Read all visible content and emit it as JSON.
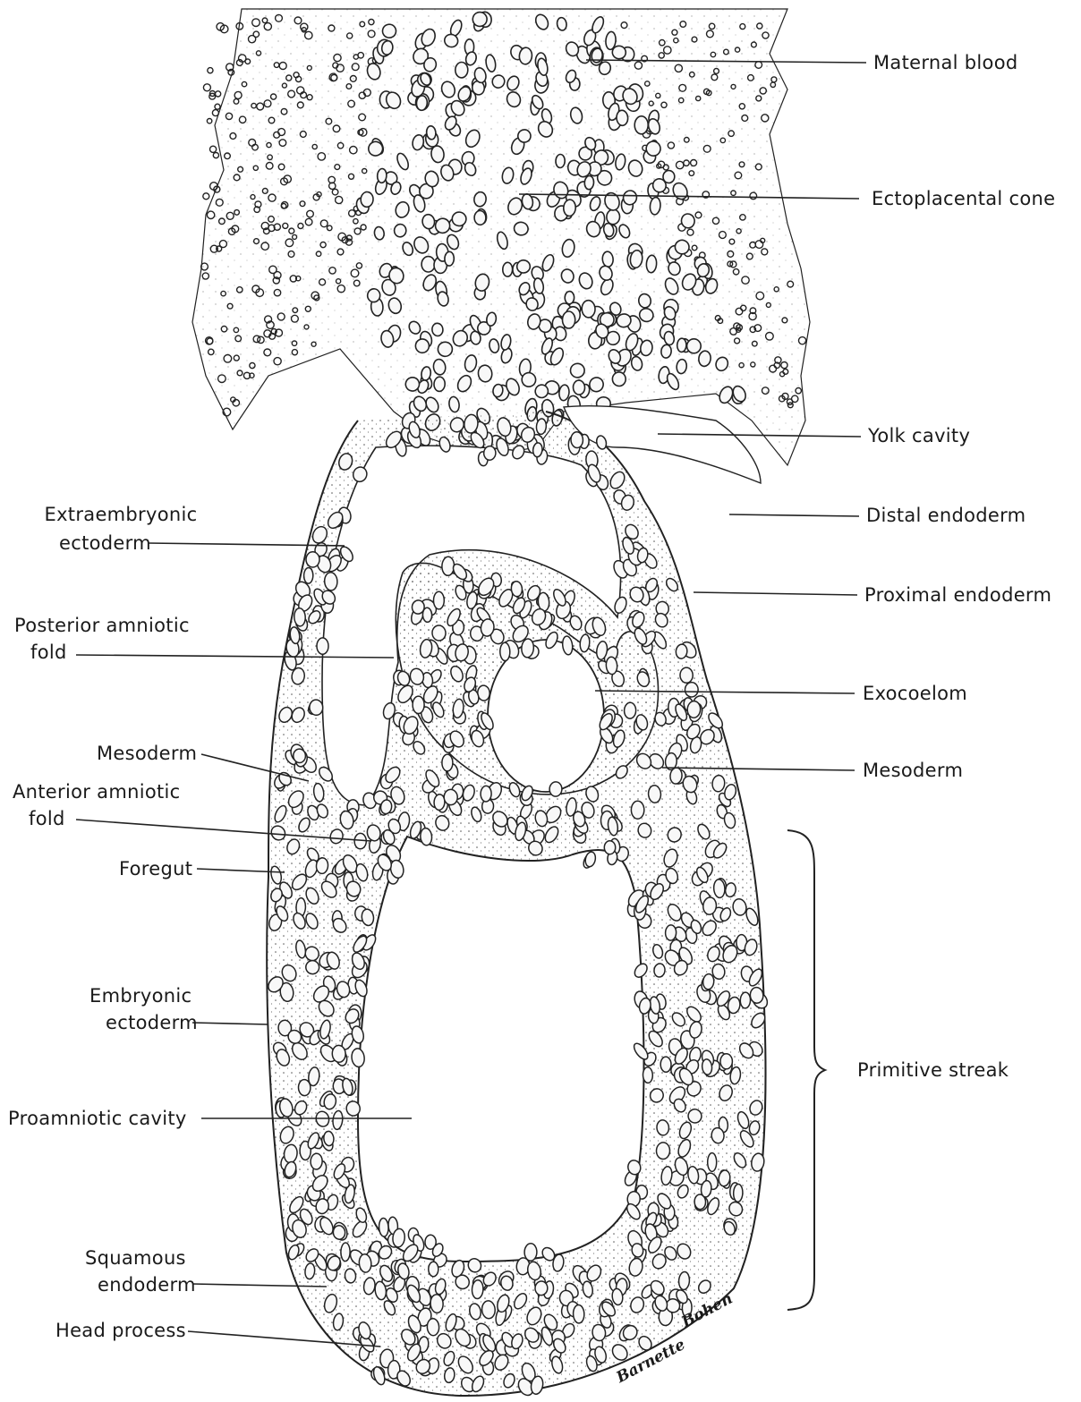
{
  "labels": {
    "maternal_blood": "Maternal blood",
    "ectoplacental_cone": "Ectoplacental cone",
    "yolk_cavity": "Yolk cavity",
    "distal_endoderm": "Distal endoderm",
    "proximal_endoderm": "Proximal endoderm",
    "exocoelom": "Exocoelom",
    "mesoderm_right": "Mesoderm",
    "primitive_streak": "Primitive streak",
    "extraembryonic_ectoderm_1": "Extraembryonic",
    "extraembryonic_ectoderm_2": "ectoderm",
    "posterior_amniotic_fold_1": "Posterior amniotic",
    "posterior_amniotic_fold_2": "fold",
    "mesoderm_left": "Mesoderm",
    "anterior_amniotic_fold_1": "Anterior amniotic",
    "anterior_amniotic_fold_2": "fold",
    "foregut": "Foregut",
    "embryonic_ectoderm_1": "Embryonic",
    "embryonic_ectoderm_2": "ectoderm",
    "proamniotic_cavity": "Proamniotic cavity",
    "squamous_endoderm_1": "Squamous",
    "squamous_endoderm_2": "endoderm",
    "head_process": "Head process"
  },
  "signature": {
    "first": "Barnette",
    "last": "Bohen"
  }
}
